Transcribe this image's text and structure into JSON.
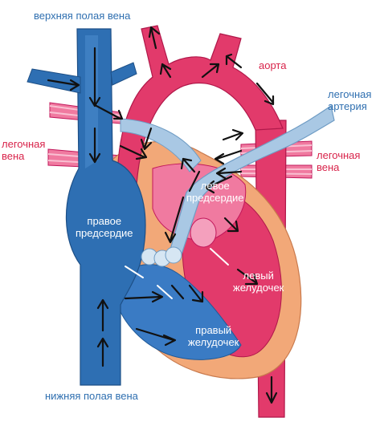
{
  "labels": {
    "svc": "верхняя полая вена",
    "aorta": "аорта",
    "pa_line1": "легочная",
    "pa_line2": "артерия",
    "pv_left_line1": "легочная",
    "pv_left_line2": "вена",
    "pv_right_line1": "легочная",
    "pv_right_line2": "вена",
    "ra_line1": "правое",
    "ra_line2": "предсердие",
    "la_line1": "левое",
    "la_line2": "предсердие",
    "lv_line1": "левый",
    "lv_line2": "желудочек",
    "rv_line1": "правый",
    "rv_line2": "желудочек",
    "ivc": "нижняя полая вена"
  },
  "colors": {
    "venous_blue": "#2e6fb3",
    "light_blue": "#a9c8e4",
    "arterial_red": "#e23a6b",
    "pink": "#f07aa0",
    "muscle_orange": "#f2a878",
    "label_blue": "#2f6fb0",
    "label_red": "#d8234a"
  }
}
